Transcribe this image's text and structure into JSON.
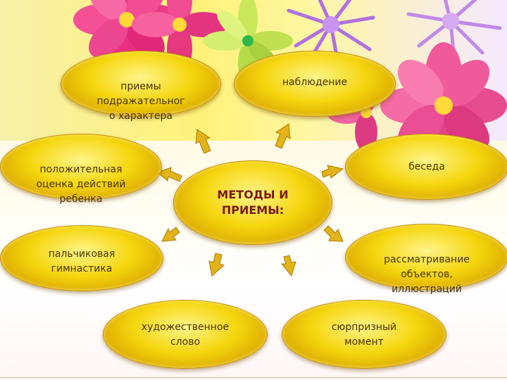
{
  "center": {
    "line1": "МЕТОДЫ И",
    "line2": "ПРИЕМЫ:"
  },
  "nodes": {
    "imitation": [
      "приемы",
      "подражательног",
      "о характера"
    ],
    "observation": [
      "наблюдение"
    ],
    "positive": [
      "положительная",
      "оценка действий",
      "ребенка"
    ],
    "conversation": [
      "беседа"
    ],
    "finger": [
      "пальчиковая",
      "гимнастика"
    ],
    "examination": [
      "рассматривание",
      "объектов,",
      "иллюстраций"
    ],
    "artistic": [
      "художественное",
      "слово"
    ],
    "surprise": [
      "сюрпризный",
      "момент"
    ]
  },
  "colors": {
    "oval": "#f5d60e",
    "center_text": "#7a1b0c",
    "node_text": "#4a3300",
    "arrow": "#e2b31b"
  }
}
